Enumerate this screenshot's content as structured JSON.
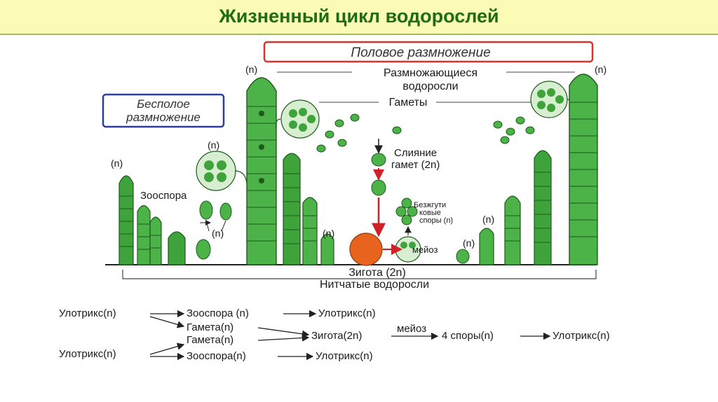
{
  "title": "Жизненный цикл водорослей",
  "sexual_box": "Половое размножение",
  "asexual_box_line1": "Бесполое",
  "asexual_box_line2": "размножение",
  "n_label": "(n)",
  "labels": {
    "reproducing_1": "Размножающиеся",
    "reproducing_2": "водоросли",
    "gametes": "Гаметы",
    "fusion_1": "Слияние",
    "fusion_2": "гамет (2n)",
    "zoospore": "Зооспора",
    "flagella_1": "Безжгути",
    "flagella_2": "ковые",
    "flagella_3": "споры (n)",
    "meiosis": "мейоз",
    "zygote": "Зигота (2n)",
    "filamentous": "Нитчатые водоросли"
  },
  "flow": {
    "ulothrix": "Улотрикс(n)",
    "zoospore": "Зооспора (n)",
    "ulothrix_b": "Улотрикс(n)",
    "gamete": "Гамета(n)",
    "zygote": "Зигота(2n)",
    "meiosis": "мейоз",
    "spores": "4 споры(n)",
    "ulothrix_end": "Улотрикс(n)",
    "gamete2": "Гамета(n)",
    "ulothrix2": "Улотрикс(n)",
    "zoospore2": "Зооспора(n)",
    "ulothrix2_end": "Улотрикс(n)"
  },
  "colors": {
    "title_bg": "#fbfbb6",
    "title_text": "#1f6c14",
    "sexual_border": "#d9342b",
    "asexual_border": "#2c3e9c",
    "alga_green": "#3ea33a",
    "zygote_orange": "#e8641e",
    "arrow_red": "#d0202a"
  }
}
